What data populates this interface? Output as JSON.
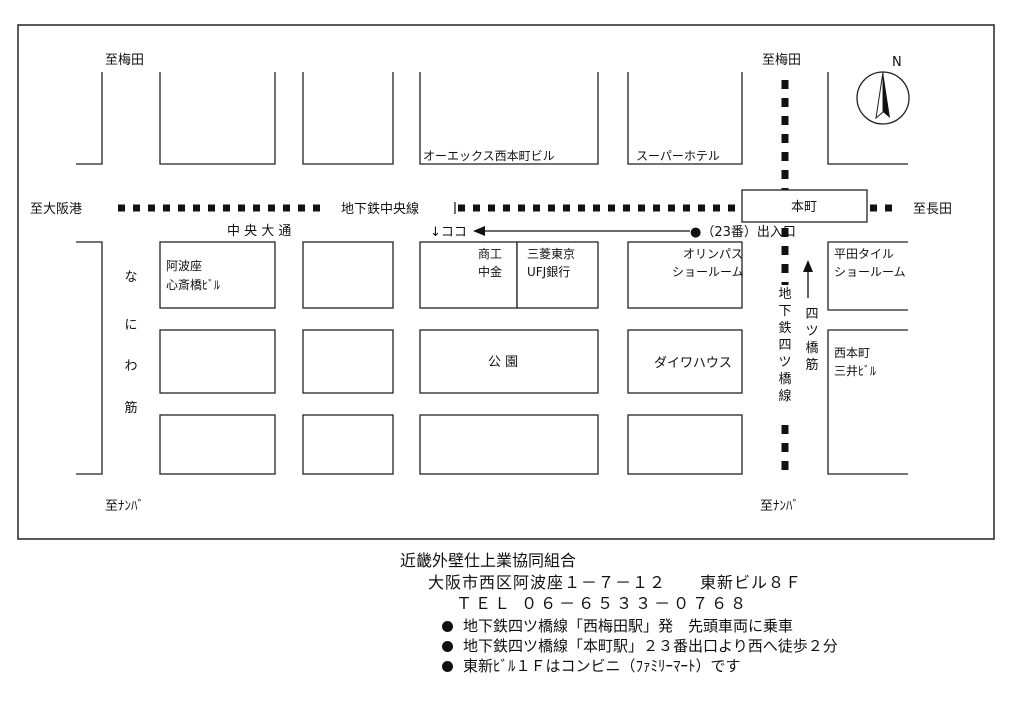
{
  "map": {
    "to_umeda_left": "至梅田",
    "to_umeda_right": "至梅田",
    "to_osakako": "至大阪港",
    "to_nagata": "至長田",
    "to_namba_left": "至ﾅﾝﾊﾞ",
    "to_namba_right": "至ﾅﾝﾊﾞ",
    "north": "N",
    "chuo_line": "地下鉄中央線",
    "chuo_odori": "中 央 大 通",
    "koko": "↓ココ",
    "exit_label": "●（23番）出入口",
    "honmachi_station": "本町",
    "yotsubashi_line": [
      "地",
      "下",
      "鉄",
      "四",
      "ツ",
      "橋",
      "線"
    ],
    "yotsubashi_suji": [
      "四",
      "ツ",
      "橋",
      "筋"
    ],
    "naniwa_suji": [
      "な",
      "に",
      "わ",
      "筋"
    ],
    "buildings": {
      "oax": "オーエックス西本町ビル",
      "super_hotel": "スーパーホテル",
      "awaza_1": "阿波座",
      "awaza_2": "心斎橋ﾋﾞﾙ",
      "shoko_1": "商工",
      "shoko_2": "中金",
      "mufg_1": "三菱東京",
      "mufg_2": "UFJ銀行",
      "olympus_1": "オリンパス",
      "olympus_2": "ショールーム",
      "hirata_1": "平田タイル",
      "hirata_2": "ショールーム",
      "park": "公 園",
      "daiwa": "ダイワハウス",
      "mitsui_1": "西本町",
      "mitsui_2": "三井ﾋﾞﾙ"
    }
  },
  "footer": {
    "org": "近畿外壁仕上業協同組合",
    "address": "大阪市西区阿波座１－７－１２　　東新ビル８Ｆ",
    "tel": "ＴＥＬ ０６－６５３３－０７６８",
    "notes": [
      "地下鉄四ツ橋線「西梅田駅」発　先頭車両に乗車",
      "地下鉄四ツ橋線「本町駅」２３番出口より西へ徒歩２分",
      "東新ﾋﾞﾙ１Ｆはコンビニ（ﾌｧﾐﾘｰﾏｰﾄ）です"
    ]
  }
}
